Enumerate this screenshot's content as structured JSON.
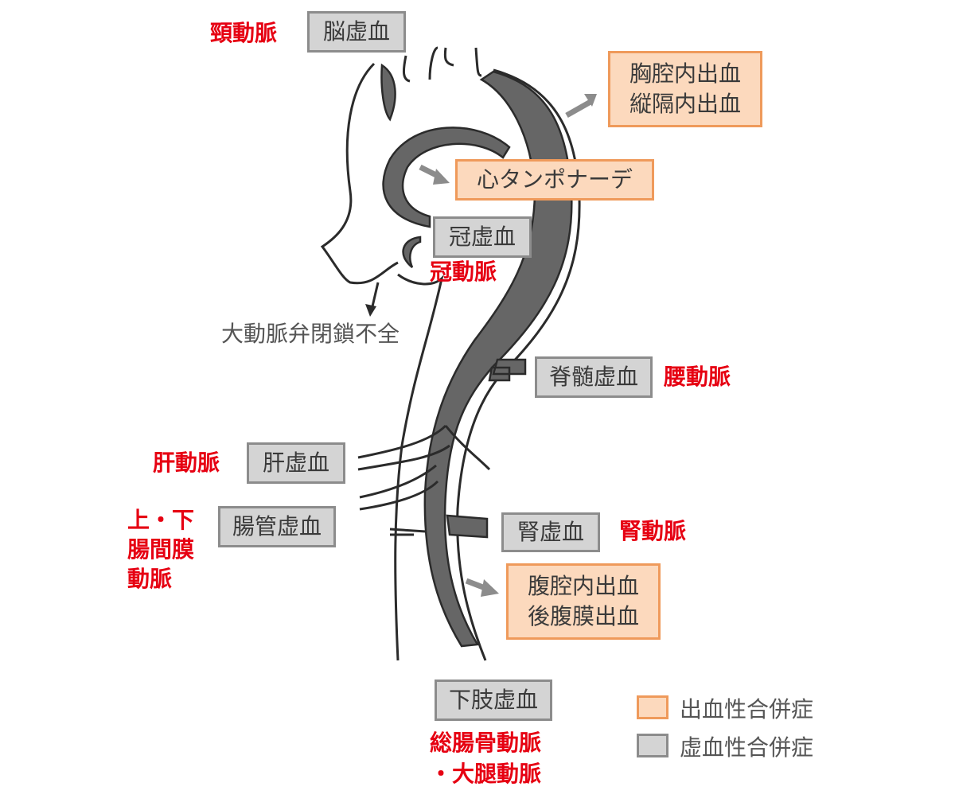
{
  "ischemic_boxes": {
    "brain": "脳虚血",
    "coronary": "冠虚血",
    "spinal": "脊髄虚血",
    "liver": "肝虚血",
    "intestine": "腸管虚血",
    "kidney": "腎虚血",
    "lower_limb": "下肢虚血"
  },
  "hemorrhagic_boxes": {
    "thoracic": [
      "胸腔内出血",
      "縦隔内出血"
    ],
    "tamponade": "心タンポナーデ",
    "abdominal": [
      "腹腔内出血",
      "後腹膜出血"
    ]
  },
  "artery_labels": {
    "carotid": "頸動脈",
    "coronary": "冠動脈",
    "lumbar": "腰動脈",
    "hepatic": "肝動脈",
    "mesenteric": [
      "上・下",
      "腸間膜",
      "動脈"
    ],
    "renal": "腎動脈",
    "iliac_femoral": [
      "総腸骨動脈",
      "・大腿動脈"
    ]
  },
  "aortic_regurgitation": "大動脈弁閉鎖不全",
  "legend": {
    "hemorrhagic": "出血性合併症",
    "ischemic": "虚血性合併症"
  },
  "colors": {
    "false_lumen": "#666666",
    "outline": "#2b2b2b",
    "hemorrhagic_fill": "#fcd9bd",
    "hemorrhagic_border": "#ef9a5b",
    "ischemic_fill": "#d4d4d4",
    "ischemic_border": "#8c8c8c",
    "artery_label": "#e60012",
    "arrow": "#8c8c8c"
  }
}
